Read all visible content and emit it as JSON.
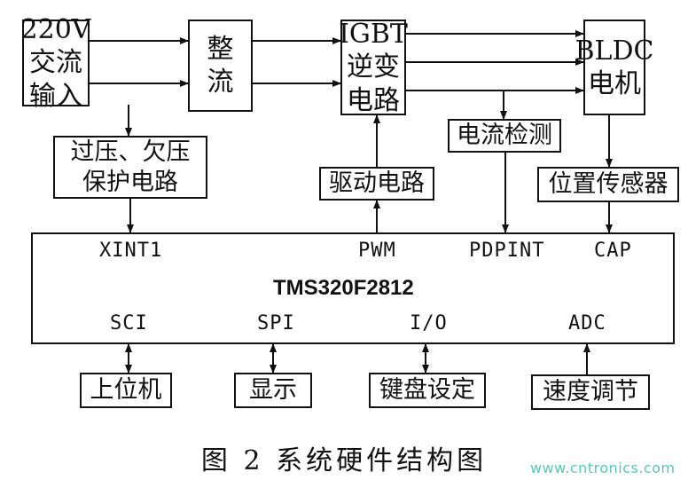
{
  "blocks": {
    "ac_input": [
      "220V",
      "交流",
      "输入"
    ],
    "rectifier": [
      "整",
      "流"
    ],
    "igbt_inverter": [
      "IGBT",
      "逆变",
      "电路"
    ],
    "bldc_motor": [
      "BLDC",
      "电机"
    ],
    "protection": [
      "过压、欠压",
      "保护电路"
    ],
    "drive_circuit": "驱动电路",
    "current_sense": "电流检测",
    "position_sensor": "位置传感器",
    "dsp_chip": "TMS320F2812",
    "host_pc": "上位机",
    "display": "显示",
    "keyboard": "键盘设定",
    "speed_adjust": "速度调节"
  },
  "pins": {
    "xint1": "XINT1",
    "pwm": "PWM",
    "pdpint": "PDPINT",
    "cap": "CAP",
    "sci": "SCI",
    "spi": "SPI",
    "io": "I/O",
    "adc": "ADC"
  },
  "caption": "图 2  系统硬件结构图",
  "watermark": "www.cntronics.com",
  "colors": {
    "line": "#111111",
    "background": "#ffffff",
    "watermark": "#57c9b8"
  }
}
